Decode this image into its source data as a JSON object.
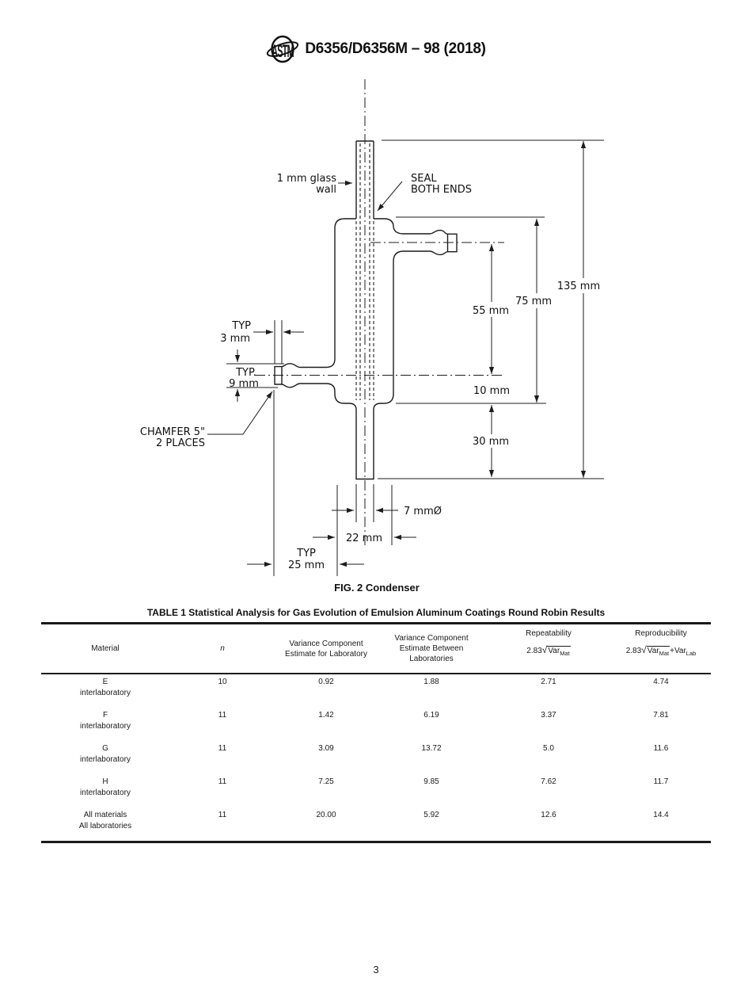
{
  "page": {
    "number": "3"
  },
  "header": {
    "logo": "ASTM",
    "title": "D6356/D6356M – 98 (2018)"
  },
  "figure": {
    "caption": "FIG. 2 Condenser",
    "labels": {
      "glass_wall": [
        "1 mm glass",
        "wall"
      ],
      "seal": [
        "SEAL",
        "BOTH ENDS"
      ],
      "typ3": [
        "TYP",
        "3 mm"
      ],
      "typ9": [
        "TYP.",
        "9 mm"
      ],
      "chamfer": [
        "CHAMFER 5\"",
        "2 PLACES"
      ],
      "dim_135": "135 mm",
      "dim_75": "75 mm",
      "dim_55": "55 mm",
      "dim_10": "10 mm",
      "dim_30": "30 mm",
      "dim_7": "7 mmØ",
      "dim_22": "22 mm",
      "typ25": [
        "TYP",
        "25 mm"
      ]
    }
  },
  "table": {
    "title": "TABLE 1 Statistical Analysis for Gas Evolution of Emulsion Aluminum Coatings Round Robin Results",
    "headers": {
      "material": "Material",
      "n": "n",
      "var_lab": [
        "Variance Component",
        "Estimate for Laboratory"
      ],
      "var_between": [
        "Variance Component",
        "Estimate Between",
        "Laboratories"
      ],
      "repeatability": "Repeatability",
      "reproducibility": "Reproducibility",
      "repeatability_formula": {
        "coef": "2.83",
        "radical": "√",
        "term": "Var",
        "sub": "Mat"
      },
      "reproducibility_formula": {
        "coef": "2.83",
        "radical": "√",
        "term": "Var",
        "sub": "Mat",
        "plus": "+",
        "term2": "Var",
        "sub2": "Lab"
      }
    },
    "rows": [
      {
        "material": [
          "E",
          "interlaboratory"
        ],
        "n": "10",
        "var_lab": "0.92",
        "var_between": "1.88",
        "repeatability": "2.71",
        "reproducibility": "4.74"
      },
      {
        "material": [
          "F",
          "interlaboratory"
        ],
        "n": "11",
        "var_lab": "1.42",
        "var_between": "6.19",
        "repeatability": "3.37",
        "reproducibility": "7.81"
      },
      {
        "material": [
          "G",
          "interlaboratory"
        ],
        "n": "11",
        "var_lab": "3.09",
        "var_between": "13.72",
        "repeatability": "5.0",
        "reproducibility": "11.6"
      },
      {
        "material": [
          "H",
          "interlaboratory"
        ],
        "n": "11",
        "var_lab": "7.25",
        "var_between": "9.85",
        "repeatability": "7.62",
        "reproducibility": "11.7"
      },
      {
        "material": [
          "All materials",
          "All laboratories"
        ],
        "n": "11",
        "var_lab": "20.00",
        "var_between": "5.92",
        "repeatability": "12.6",
        "reproducibility": "14.4"
      }
    ]
  }
}
